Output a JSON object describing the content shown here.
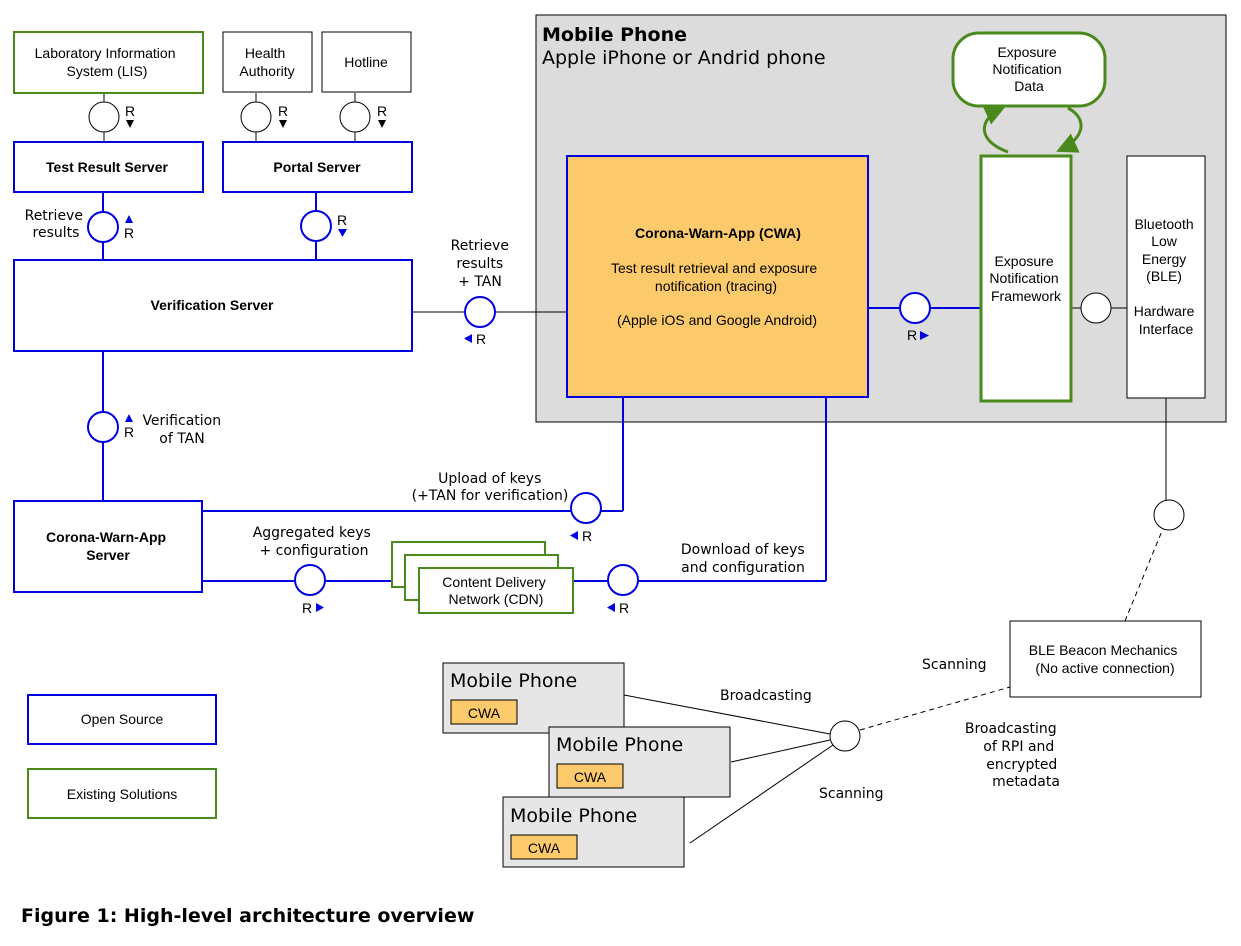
{
  "colors": {
    "open_source": "#0000e0",
    "existing": "#4a8a1c",
    "cwa_fill": "#fcca6b",
    "phone_bg": "#dcdcdc",
    "mini_phone_bg": "#e6e6e6",
    "black": "#000000"
  },
  "boxes": {
    "lis": [
      "Laboratory Information",
      "System (LIS)"
    ],
    "health": [
      "Health",
      "Authority"
    ],
    "hotline": "Hotline",
    "test_result_server": "Test Result Server",
    "portal_server": "Portal Server",
    "verification_server": "Verification Server",
    "cwa_server": [
      "Corona-Warn-App",
      "Server"
    ],
    "cdn": [
      "Content Delivery",
      "Network (CDN)"
    ],
    "cwa_app_title": "Corona-Warn-App (CWA)",
    "cwa_app_desc": [
      "Test result retrieval and exposure",
      "notification (tracing)"
    ],
    "cwa_app_platforms": "(Apple iOS and Google  Android)",
    "enf": [
      "Exposure",
      "Notification",
      "Framework"
    ],
    "ble_hw": [
      "Bluetooth",
      "Low",
      "Energy",
      "(BLE)",
      "",
      "Hardware",
      "Interface"
    ],
    "en_data": [
      "Exposure",
      "Notification",
      "Data"
    ],
    "ble_beacon": [
      "BLE Beacon Mechanics",
      "(No active connection)"
    ]
  },
  "mobile_phone": {
    "title": "Mobile Phone",
    "subtitle": "Apple iPhone or Andrid phone"
  },
  "mini_phones": [
    {
      "title": "Mobile Phone",
      "badge": "CWA"
    },
    {
      "title": "Mobile Phone",
      "badge": "CWA"
    },
    {
      "title": "Mobile Phone",
      "badge": "CWA"
    }
  ],
  "labels": {
    "r": "R",
    "retrieve_results": [
      "Retrieve",
      "results"
    ],
    "retrieve_results_tan": [
      "Retrieve",
      "results",
      "+ TAN"
    ],
    "verification_of_tan": [
      "Verification",
      "of TAN"
    ],
    "upload_keys": [
      "Upload of keys",
      "(+TAN for verification)"
    ],
    "aggregated": [
      "Aggregated keys",
      "+ configuration"
    ],
    "download": [
      "Download of keys",
      "and configuration"
    ],
    "broadcasting": "Broadcasting",
    "scanning_bottom": "Scanning",
    "scanning_right": "Scanning",
    "broadcasting_rpi": [
      "Broadcasting",
      "of RPI and",
      "encrypted",
      "metadata"
    ]
  },
  "legend": {
    "open_source": "Open Source",
    "existing": "Existing Solutions"
  },
  "caption": "Figure 1: High-level architecture overview"
}
